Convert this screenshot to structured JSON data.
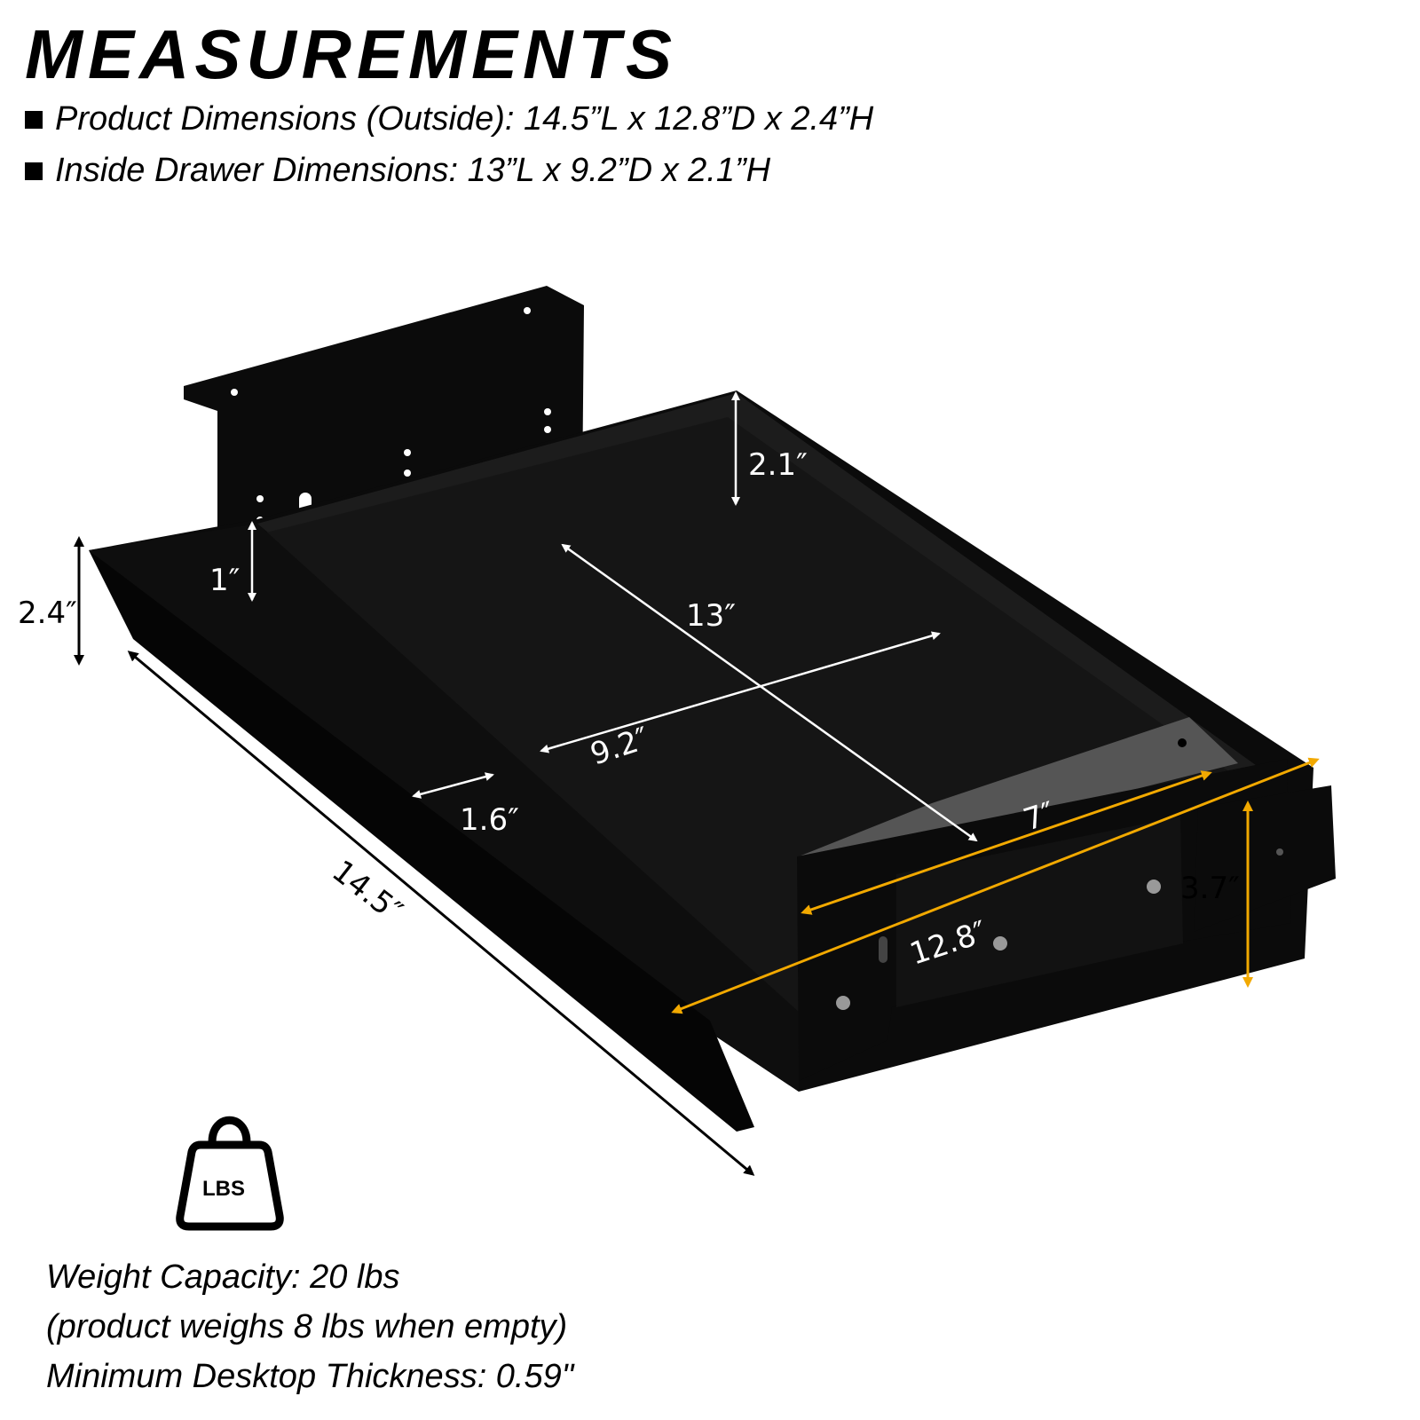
{
  "title": "MEASUREMENTS",
  "specs": [
    "Product Dimensions (Outside): 14.5”L x 12.8”D x 2.4”H",
    "Inside Drawer Dimensions: 13”L x 9.2”D x 2.1”H"
  ],
  "dimensions": {
    "height_outside": "2.4″",
    "height_inside": "2.1″",
    "tray_depth": "1″",
    "inside_length": "13″",
    "inside_depth": "9.2″",
    "tray_width": "1.6″",
    "outside_length": "14.5″",
    "bracket_width": "7″",
    "outside_depth": "12.8″",
    "bracket_height": "3.7″"
  },
  "weight_icon_label": "LBS",
  "weight_info": [
    "Weight Capacity: 20 lbs",
    "(product weighs 8 lbs when empty)",
    "Minimum Desktop Thickness: 0.59\""
  ],
  "colors": {
    "drawer": "#0b0b0b",
    "drawer_inner": "#1c1c1c",
    "accent_arrow": "#f2a900",
    "white_arrow": "#ffffff"
  }
}
